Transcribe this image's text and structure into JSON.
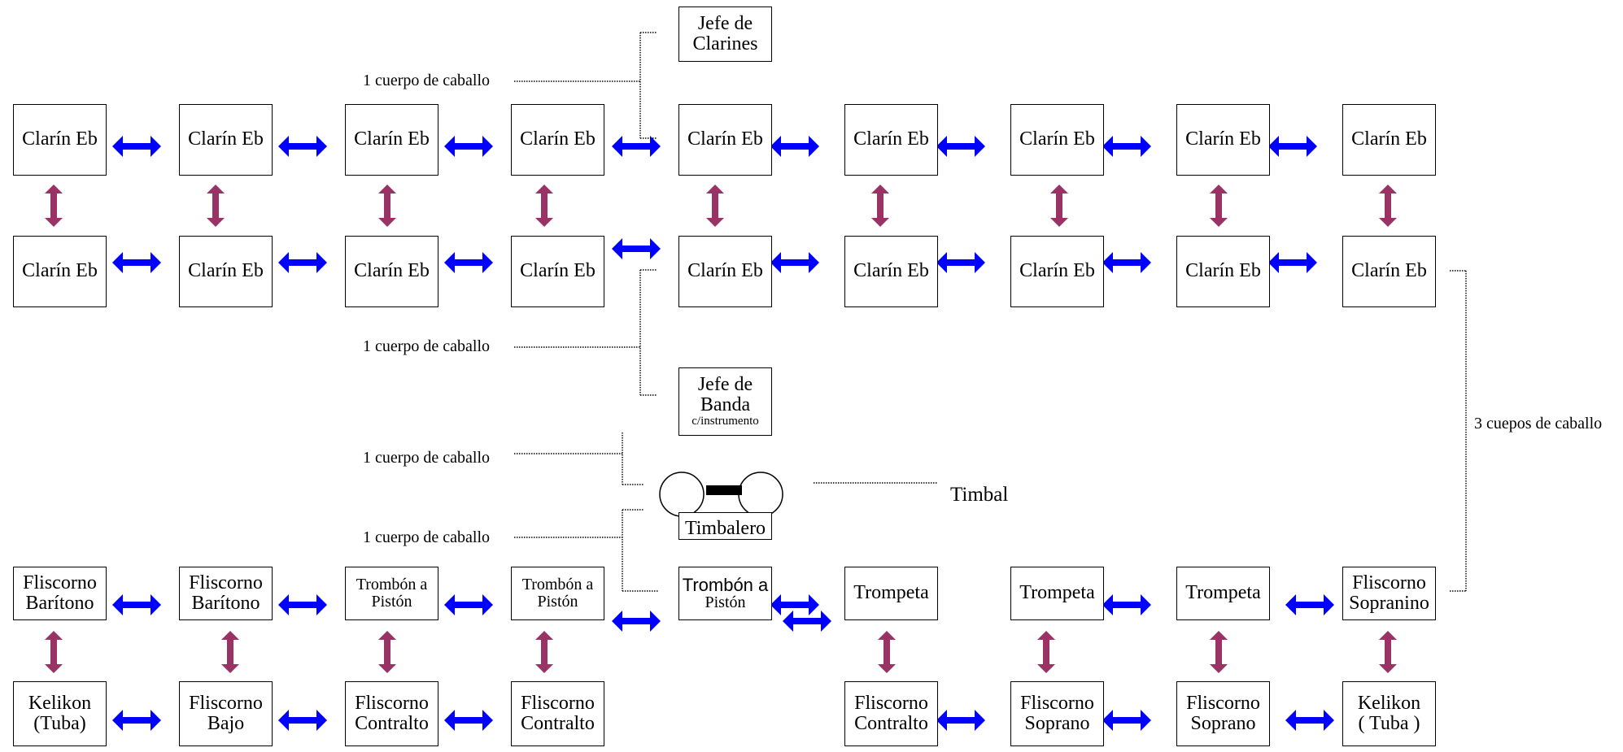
{
  "row1": [
    "Clarín Eb",
    "Clarín Eb",
    "Clarín Eb",
    "Clarín Eb",
    "Clarín Eb",
    "Clarín Eb",
    "Clarín Eb",
    "Clarín Eb",
    "Clarín Eb"
  ],
  "row2": [
    "Clarín Eb",
    "Clarín Eb",
    "Clarín Eb",
    "Clarín Eb",
    "Clarín Eb",
    "Clarín Eb",
    "Clarín Eb",
    "Clarín Eb",
    "Clarín Eb"
  ],
  "jefe_clarines": [
    "Jefe de",
    "Clarines"
  ],
  "jefe_banda": [
    "Jefe de",
    "Banda",
    "c/instrumento"
  ],
  "timbalero": "Timbalero",
  "timbal": "Timbal",
  "labels": {
    "cuerpo1": "1 cuerpo de caballo",
    "cuerpo2": "1 cuerpo de caballo",
    "cuerpo3": "1 cuerpo de caballo",
    "cuerpo4": "1 cuerpo de caballo",
    "cuepos3": "3 cuepos de caballo"
  },
  "row3": [
    [
      "Fliscorno",
      "Barítono"
    ],
    [
      "Fliscorno",
      "Barítono"
    ],
    [
      "Trombón a",
      "Pistón"
    ],
    [
      "Trombón a",
      "Pistón"
    ],
    [
      "Trombón a",
      "Pistón"
    ],
    [
      "Trompeta"
    ],
    [
      "Trompeta"
    ],
    [
      "Trompeta"
    ],
    [
      "Fliscorno",
      "Sopranino"
    ]
  ],
  "row4": [
    [
      "Kelikon",
      "(Tuba)"
    ],
    [
      "Fliscorno",
      "Bajo"
    ],
    [
      "Fliscorno",
      "Contralto"
    ],
    [
      "Fliscorno",
      "Contralto"
    ],
    [
      "Fliscorno",
      "Contralto"
    ],
    [
      "Fliscorno",
      "Soprano"
    ],
    [
      "Fliscorno",
      "Soprano"
    ],
    [
      "Kelikon",
      "( Tuba )"
    ]
  ],
  "colors": {
    "horizontal_arrow": "#0000ff",
    "vertical_arrow": "#993366"
  }
}
